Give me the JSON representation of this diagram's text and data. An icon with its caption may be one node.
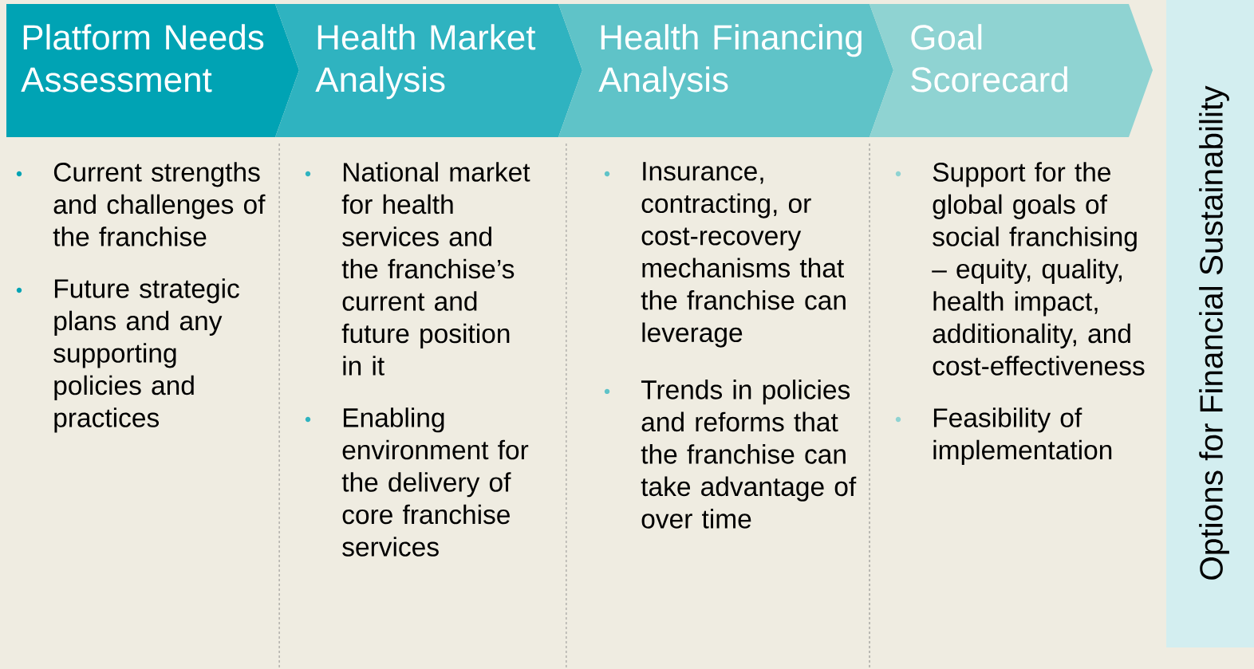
{
  "diagram": {
    "nodes": [
      {
        "text": [
          "Platform Needs Assessment"
        ],
        "beside": [
          "Current strengths and challenges of the franchise",
          "Future strategic plans and any supporting policies and practices"
        ]
      },
      {
        "text": [
          "Health Market Analysis"
        ],
        "beside": [
          "National market for health services and the franchise’s current and future position in it",
          "Enabling environment for the delivery of core franchise services"
        ]
      },
      {
        "text": [
          "Health Financing Analysis"
        ],
        "beside": [
          "Insurance, contracting, or cost-recovery mechanisms that the franchise can leverage",
          "Trends in policies and reforms that the franchise can take advantage of over time"
        ]
      },
      {
        "text": [
          "Goal Scorecard"
        ],
        "beside": [
          "Support for the global goals of social franchising – equity, quality, health impact, additionality, and cost-effectiveness",
          "Feasibility of implementation"
        ]
      },
      {
        "text": [
          "Options for Financial Sustainability"
        ]
      }
    ]
  }
}
